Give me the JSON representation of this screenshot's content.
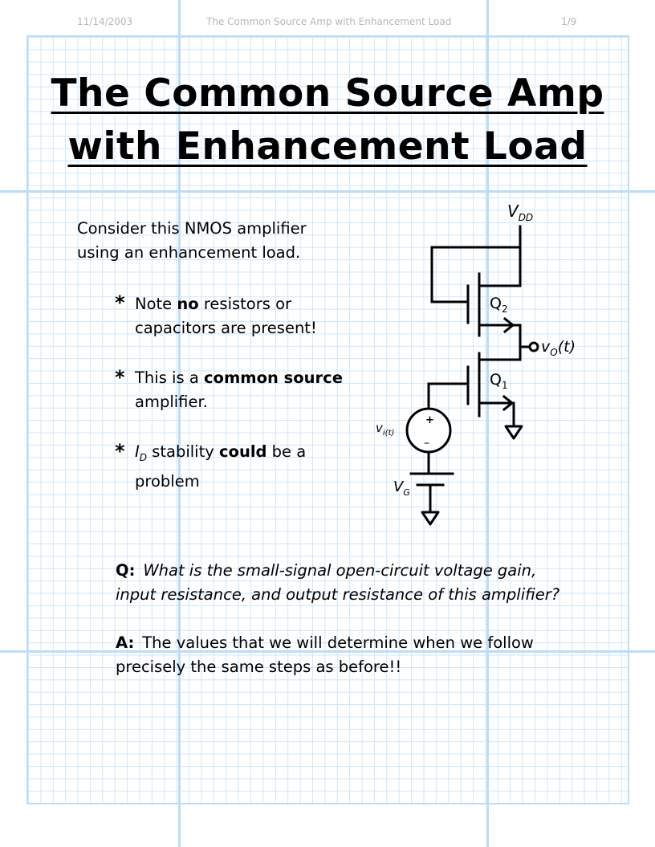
{
  "header": {
    "date": "11/14/2003",
    "title": "The Common Source Amp with Enhancement Load",
    "page": "1/9"
  },
  "title": {
    "line1": "The Common Source Amp",
    "line2": "with Enhancement Load"
  },
  "intro": {
    "line1": "Consider this NMOS amplifier",
    "line2": "using an enhancement load."
  },
  "bullets": [
    {
      "symbol": "*",
      "line1_pre": "Note ",
      "line1_bold": "no",
      "line1_post": " resistors or",
      "line2": "capacitors are present!"
    },
    {
      "symbol": "*",
      "line1_pre": "This is a ",
      "line1_bold": "common source",
      "line1_post": "",
      "line2": "amplifier."
    },
    {
      "symbol": "*",
      "line1_var": "I",
      "line1_sub": "D",
      "line1_mid": " stability ",
      "line1_bold": "could",
      "line1_post": " be a",
      "line2": "problem"
    }
  ],
  "question": {
    "label": "Q:",
    "line1": "What is the small-signal open-circuit voltage gain,",
    "line2": "input resistance, and output resistance of this amplifier?"
  },
  "answer": {
    "label": "A:",
    "line1": "The values that we will determine when we follow",
    "line2": "precisely the same steps as before!!"
  },
  "circuit": {
    "vdd": "V",
    "vdd_sub": "DD",
    "q2": "Q",
    "q2_sub": "2",
    "q1": "Q",
    "q1_sub": "1",
    "vo": "v",
    "vo_sub": "O",
    "vo_arg": "(t)",
    "vi": "v",
    "vi_sub": "i",
    "vi_arg": "(t)",
    "vg": "V",
    "vg_sub": "G",
    "plus": "+",
    "minus": "–"
  },
  "colors": {
    "grid_minor": "#cfe6fb",
    "grid_major": "#bcdcf8",
    "header_text": "#b7b7b7"
  }
}
